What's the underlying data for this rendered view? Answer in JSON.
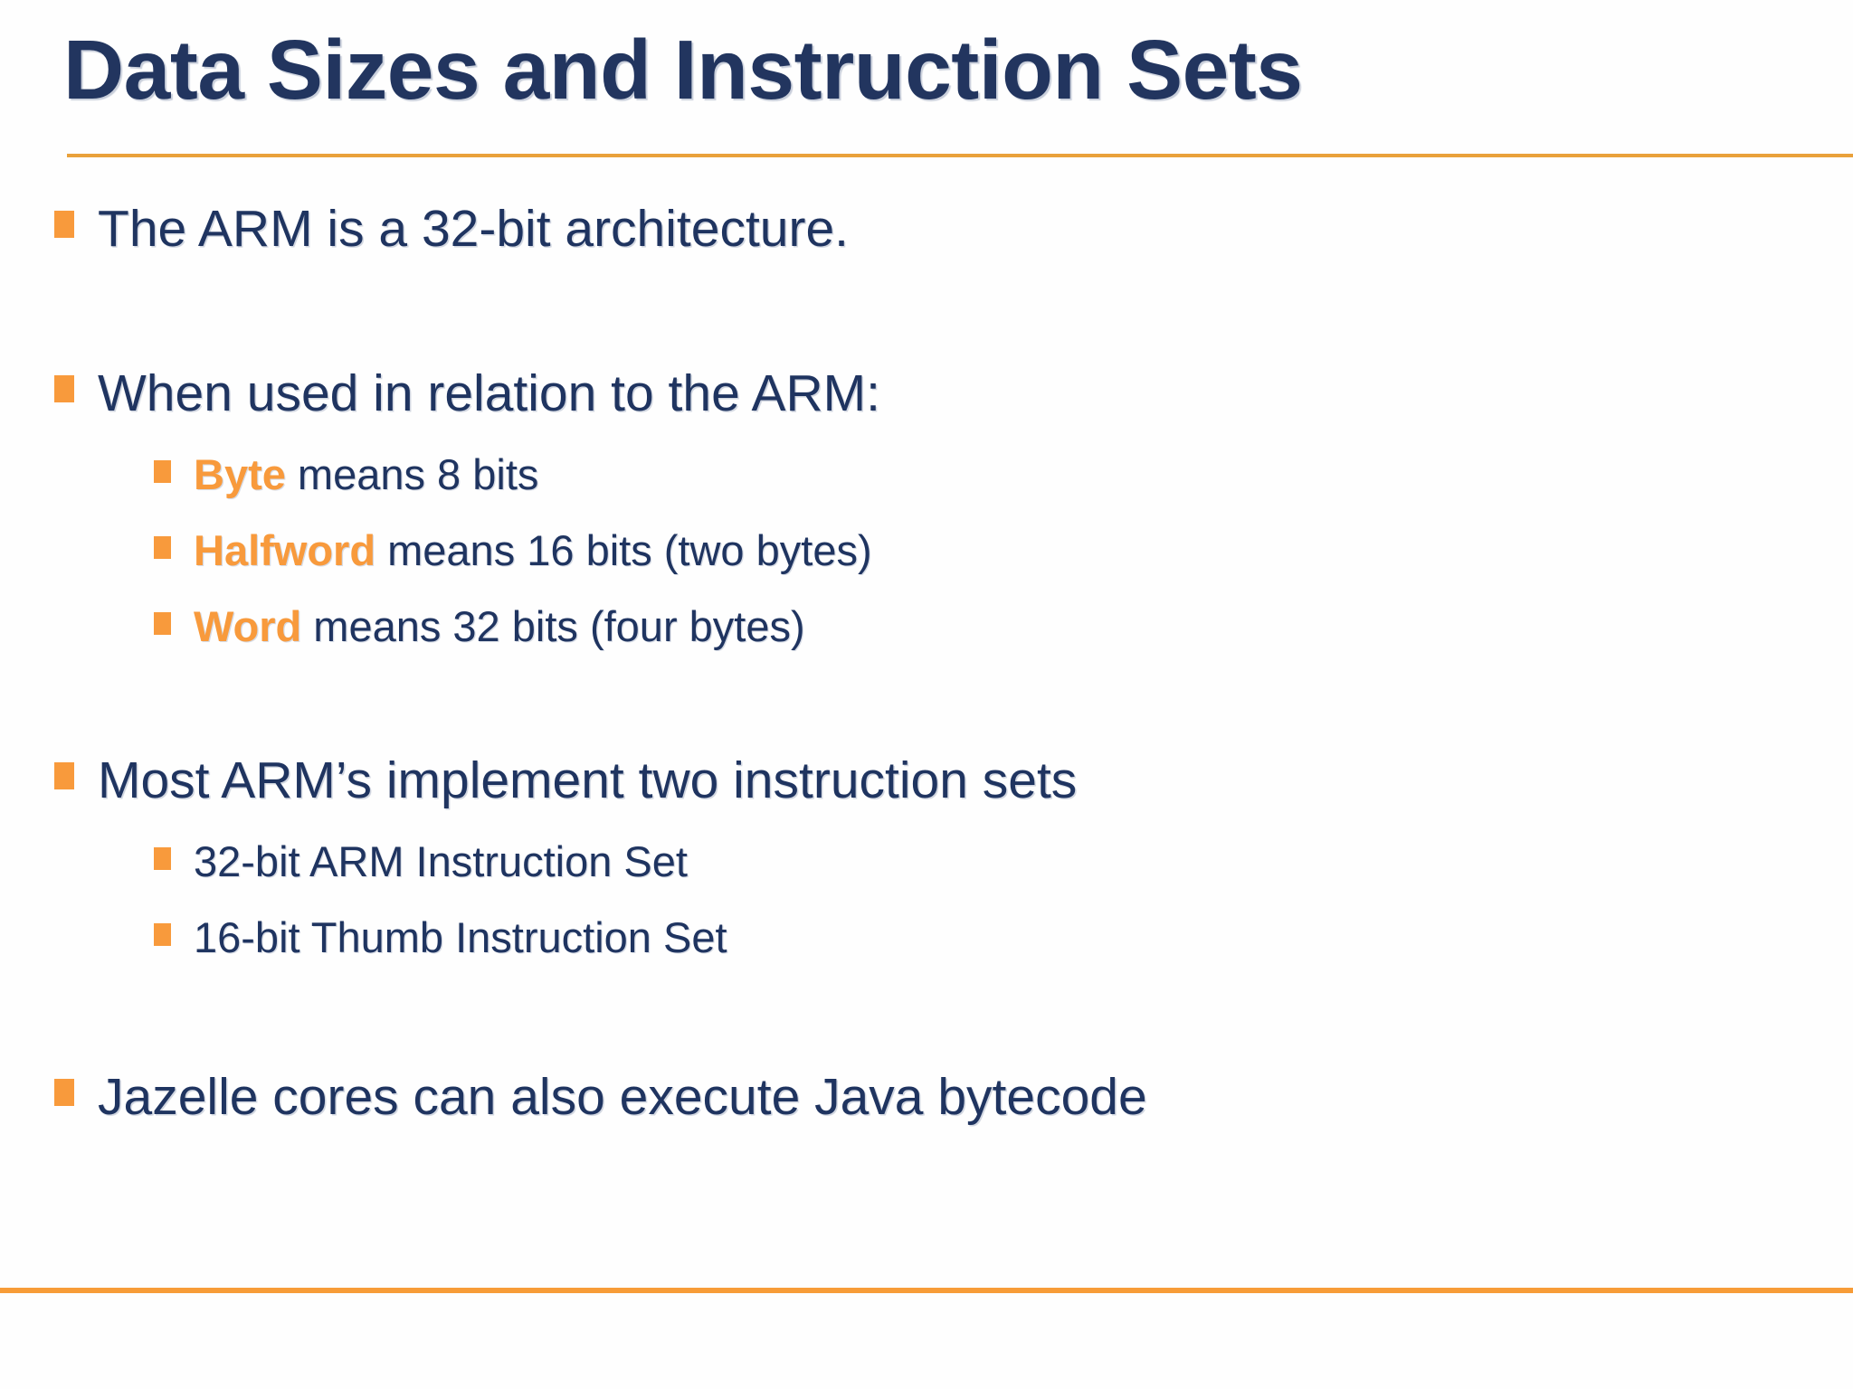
{
  "slide": {
    "title": "Data Sizes and Instruction Sets",
    "colors": {
      "navy": "#1f3460",
      "title_navy": "#22355f",
      "orange": "#f89a3c",
      "rule_orange_top": "#e9a13b",
      "rule_orange_bottom": "#f79c38",
      "background": "#fefefe"
    },
    "bullets": [
      {
        "level": 1,
        "marker": "orange-square-bullet",
        "text": "The ARM is a 32-bit architecture."
      },
      {
        "level": 1,
        "marker": "orange-square-bullet",
        "text": "When used in relation to the ARM:"
      },
      {
        "level": 2,
        "marker": "orange-square-bullet",
        "keyword": "Byte",
        "text": " means 8 bits"
      },
      {
        "level": 2,
        "marker": "orange-square-bullet",
        "keyword": "Halfword",
        "text": " means 16 bits (two bytes)"
      },
      {
        "level": 2,
        "marker": "orange-square-bullet",
        "keyword": "Word",
        "text": " means 32 bits (four bytes)"
      },
      {
        "level": 1,
        "marker": "orange-square-bullet",
        "text": "Most ARM’s implement two instruction sets"
      },
      {
        "level": 2,
        "marker": "orange-square-bullet",
        "keyword": "",
        "text": "32-bit ARM Instruction Set"
      },
      {
        "level": 2,
        "marker": "orange-square-bullet",
        "keyword": "",
        "text": "16-bit Thumb Instruction Set"
      },
      {
        "level": 1,
        "marker": "orange-square-bullet",
        "text": "Jazelle cores can also execute Java bytecode"
      }
    ]
  }
}
